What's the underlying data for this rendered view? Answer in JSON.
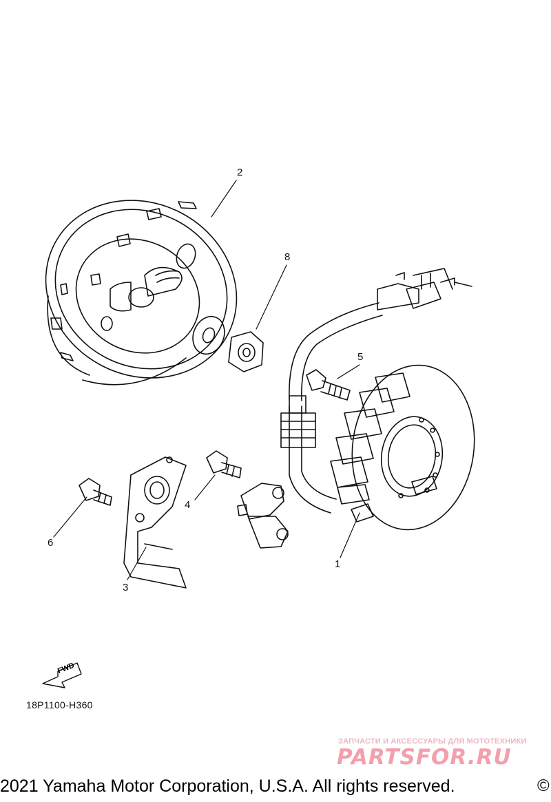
{
  "callouts": [
    {
      "id": "flywheel-rotor",
      "number": "2"
    },
    {
      "id": "washer-nut",
      "number": "8"
    },
    {
      "id": "stator-bolt",
      "number": "5"
    },
    {
      "id": "stator-assembly",
      "number": "1"
    },
    {
      "id": "pickup-screw",
      "number": "4"
    },
    {
      "id": "bracket",
      "number": "3"
    },
    {
      "id": "bracket-screw",
      "number": "6"
    }
  ],
  "fwd_label": "FWD",
  "drawing_code": "18P1100-H360",
  "watermark": {
    "tagline": "ЗАПЧАСТИ И АКСЕССУАРЫ ДЛЯ МОТОТЕХНИКИ",
    "logo": "PARTSFOR.RU",
    "color": "#f2a0ac"
  },
  "copyright": "2021 Yamaha Motor Corporation, U.S.A. All rights reserved.",
  "copyright_symbol": "©"
}
